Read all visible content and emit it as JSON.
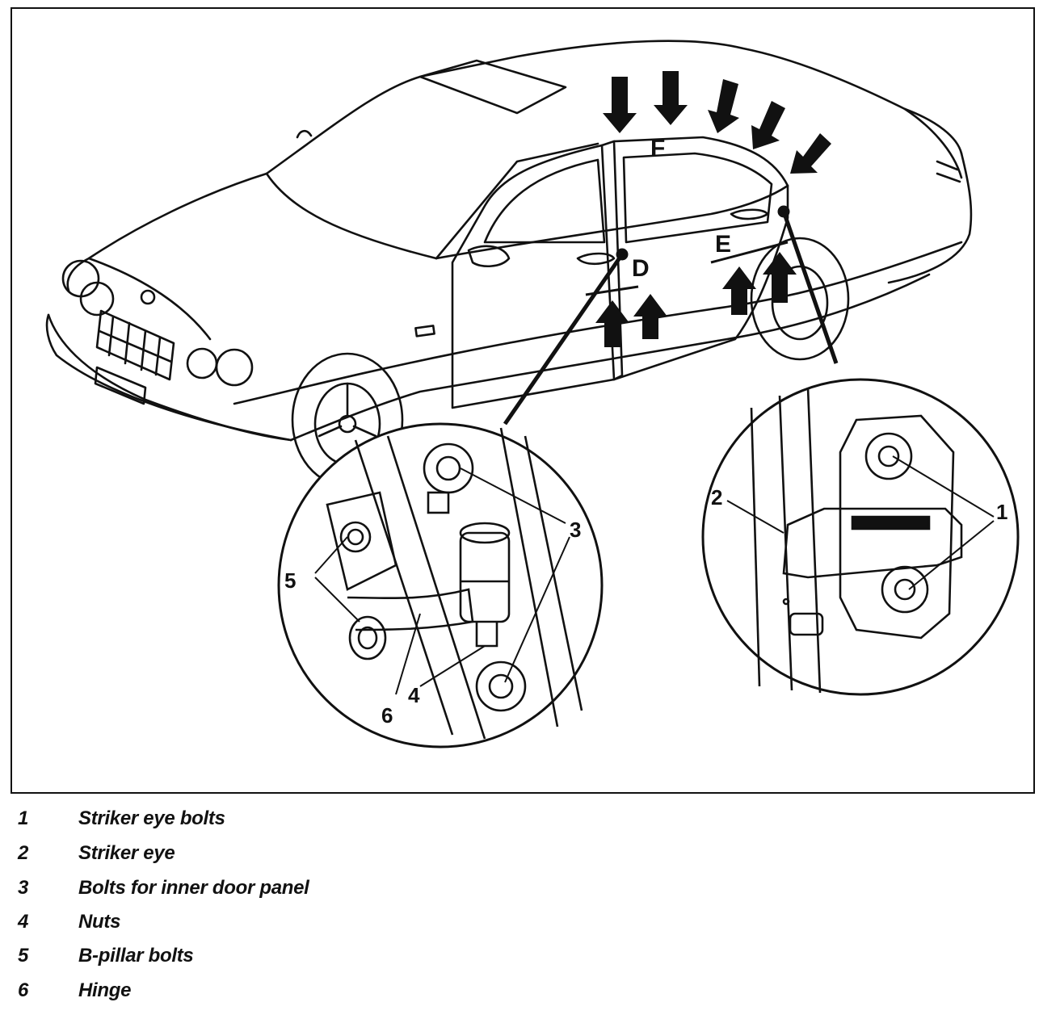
{
  "diagram": {
    "callouts": {
      "d": "D",
      "e": "E",
      "f": "F",
      "striker_bolts": "1",
      "striker_eye": "2",
      "inner_panel_bolts": "3",
      "nuts": "4",
      "bpillar_bolts": "5",
      "hinge": "6"
    }
  },
  "legend": [
    {
      "number": "1",
      "text": "Striker eye bolts"
    },
    {
      "number": "2",
      "text": "Striker eye"
    },
    {
      "number": "3",
      "text": "Bolts for inner door panel"
    },
    {
      "number": "4",
      "text": "Nuts"
    },
    {
      "number": "5",
      "text": "B-pillar bolts"
    },
    {
      "number": "6",
      "text": "Hinge"
    }
  ],
  "colors": {
    "ink": "#111111",
    "paper": "#ffffff"
  }
}
